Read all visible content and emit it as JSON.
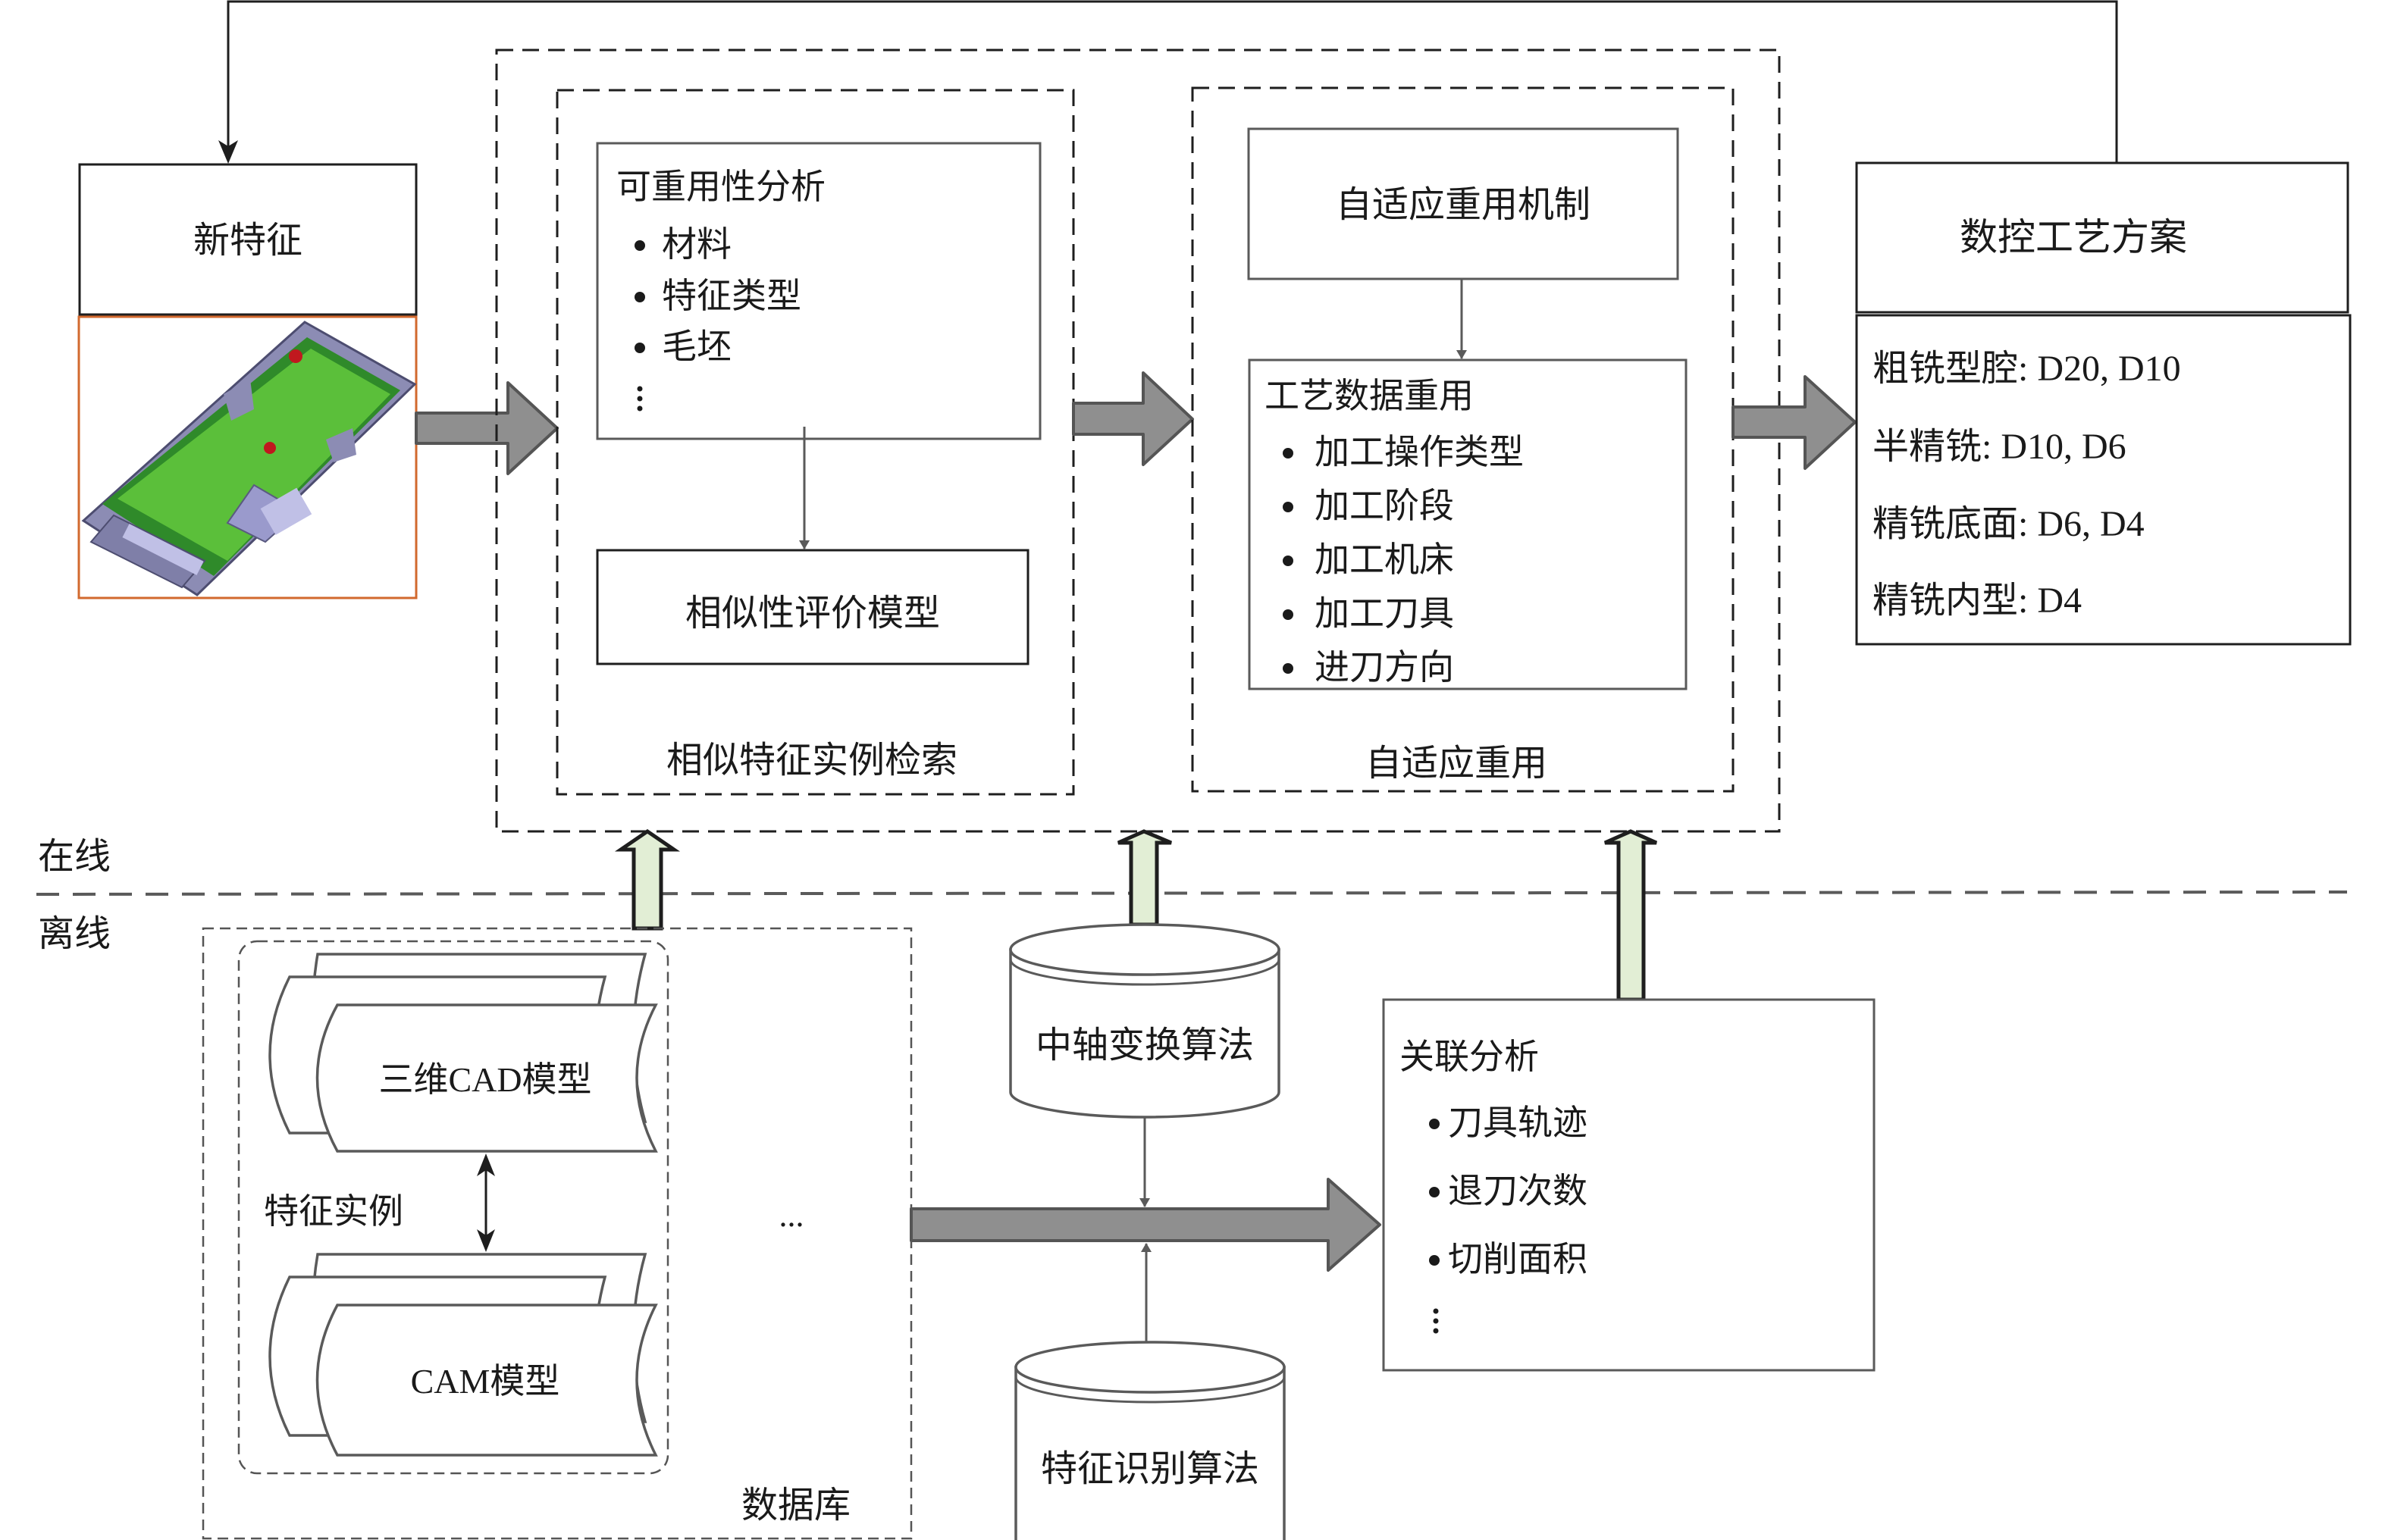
{
  "colors": {
    "big_arrow_fill": "#8f8f8f",
    "up_arrow_fill": "#e2eed5",
    "image_border": "#d2692e",
    "part_green": "#5bbf3a",
    "part_gray": "#8c8cb4",
    "part_red": "#c0181e"
  },
  "zones": {
    "online_label": "在线",
    "offline_label": "离线"
  },
  "new_feature": {
    "title": "新特征",
    "image_alt": "CAD part model"
  },
  "retrieval": {
    "group_label": "相似特征实例检索",
    "reusability": {
      "title": "可重用性分析",
      "items": [
        "材料",
        "特征类型",
        "毛坯"
      ],
      "ellipsis": "⋮"
    },
    "similarity_model": "相似性评价模型"
  },
  "adaptive": {
    "group_label": "自适应重用",
    "mechanism": "自适应重用机制",
    "process_data": {
      "title": "工艺数据重用",
      "items": [
        "加工操作类型",
        "加工阶段",
        "加工机床",
        "加工刀具",
        "进刀方向"
      ]
    }
  },
  "cnc_plan": {
    "title": "数控工艺方案",
    "lines": [
      "粗铣型腔: D20, D10",
      "半精铣: D10, D6",
      "精铣底面: D6, D4",
      "精铣内型: D4"
    ]
  },
  "database": {
    "label": "数据库",
    "feature_instance_label": "特征实例",
    "cad_model": "三维CAD模型",
    "cam_model": "CAM模型",
    "more": "..."
  },
  "algorithms": {
    "medial_axis": "中轴变换算法",
    "feature_recognition": "特征识别算法"
  },
  "association": {
    "title": "关联分析",
    "items": [
      "刀具轨迹",
      "退刀次数",
      "切削面积"
    ],
    "ellipsis": "⋮"
  }
}
